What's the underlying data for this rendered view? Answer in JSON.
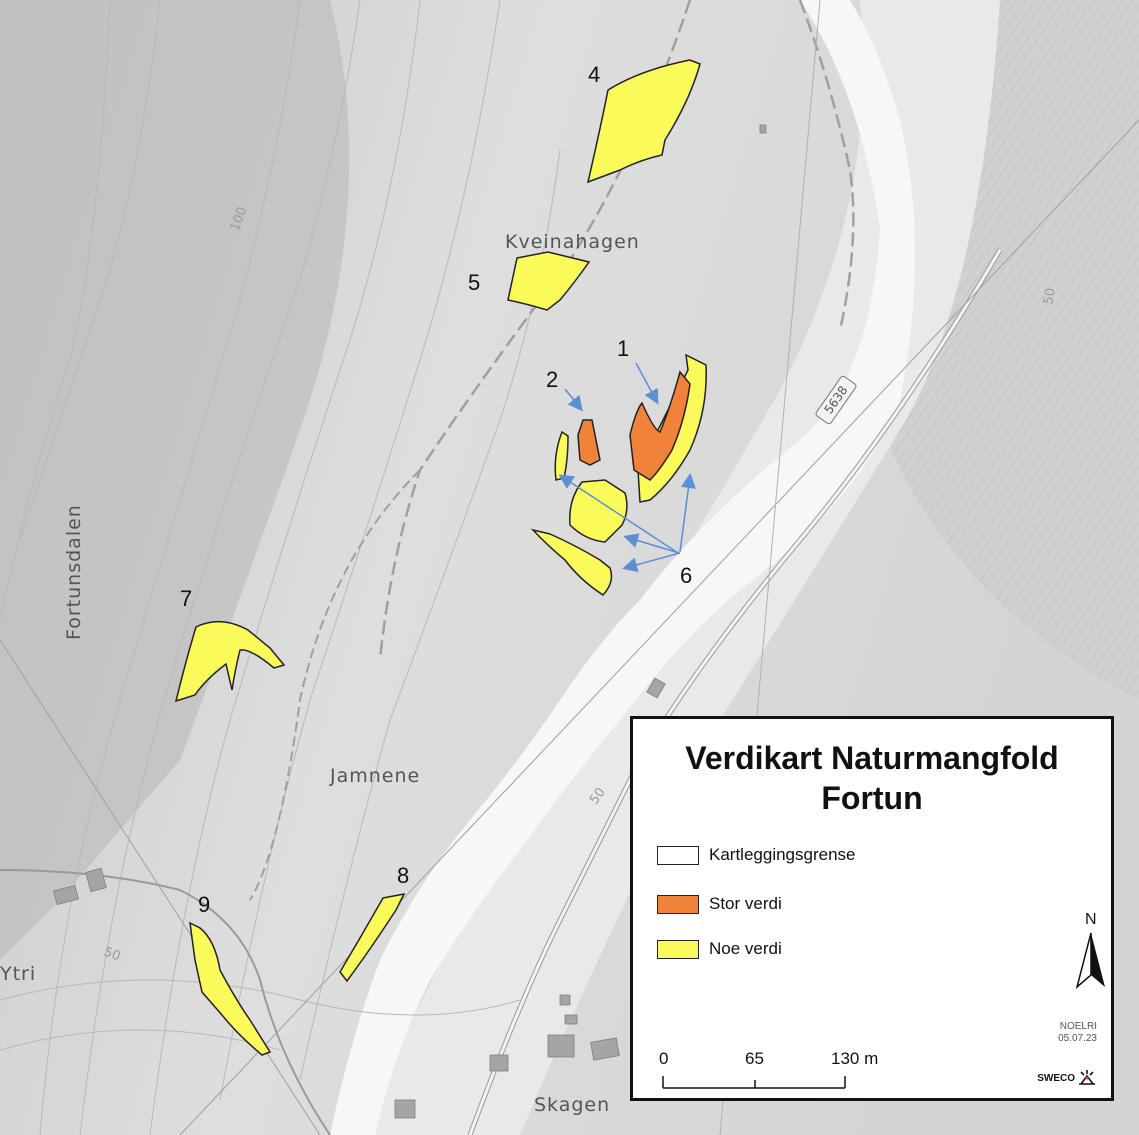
{
  "map": {
    "places": {
      "kveinahagen": "Kveinahagen",
      "fortunsdalen": "Fortunsdalen",
      "jamnene": "Jamnene",
      "ytri": "Ytri",
      "skagen": "Skagen"
    },
    "road_number": "5638",
    "elevations": {
      "e100": "100",
      "e50_left": "50",
      "e50_mid": "50",
      "e50_right": "50"
    },
    "polygon_numbers": {
      "n1": "1",
      "n2": "2",
      "n4": "4",
      "n5": "5",
      "n6": "6",
      "n7": "7",
      "n8": "8",
      "n9": "9"
    },
    "colors": {
      "stor_verdi": "#F0823A",
      "noe_verdi": "#FAFA5A",
      "arrow": "#5B8FD6",
      "terrain": "#D8D8D8"
    }
  },
  "legend": {
    "title_line1": "Verdikart Naturmangfold",
    "title_line2": "Fortun",
    "items": [
      {
        "label": "Kartleggingsgrense",
        "color": "#FFFFFF"
      },
      {
        "label": "Stor verdi",
        "color": "#F0823A"
      },
      {
        "label": "Noe verdi",
        "color": "#FAFA5A"
      }
    ],
    "north_label": "N",
    "scale": {
      "s0": "0",
      "s1": "65",
      "s2": "130 m"
    },
    "author": "NOELRI",
    "date": "05.07.23",
    "brand": "SWECO"
  }
}
